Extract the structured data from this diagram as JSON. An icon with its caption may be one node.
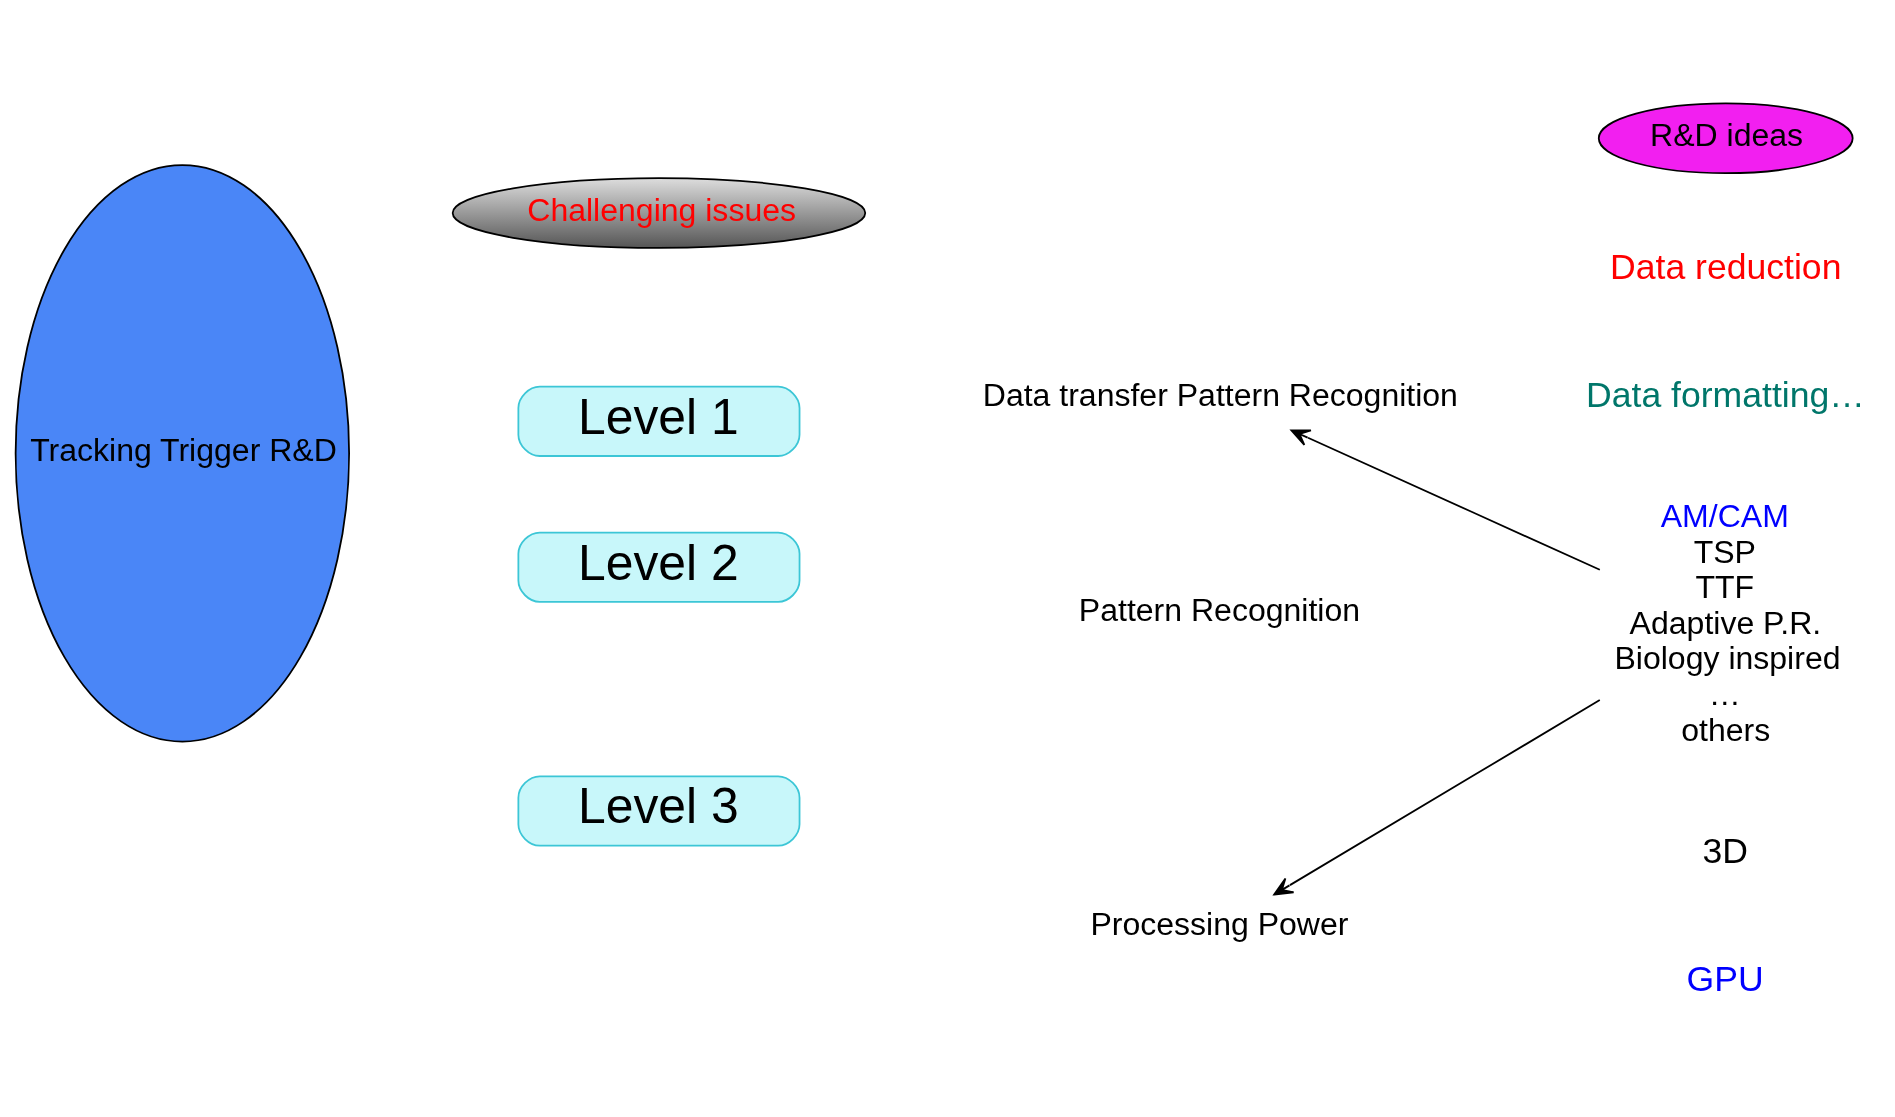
{
  "diagram": {
    "nodes": [
      {
        "text": [
          "Tracking Trigger R&D"
        ]
      },
      {
        "text": [
          "Challenging issues"
        ]
      },
      {
        "text": [
          "R&D ideas"
        ]
      },
      {
        "text": [
          "Level 1"
        ]
      },
      {
        "text": [
          "Level 2"
        ]
      },
      {
        "text": [
          "Level 3"
        ]
      },
      {
        "text": [
          "Data transfer Pattern Recognition"
        ]
      },
      {
        "text": [
          "Pattern Recognition"
        ]
      },
      {
        "text": [
          "Processing Power"
        ]
      },
      {
        "text": [
          "AM/CAM",
          "TSP",
          "TTF",
          "Adaptive P.R.",
          "Biology inspired",
          "…",
          "others"
        ]
      }
    ],
    "edges": [
      {
        "from": 9,
        "to": 6,
        "arrow": "to"
      },
      {
        "from": 9,
        "to": 8,
        "arrow": "to"
      }
    ],
    "labels": [
      "Data reduction",
      "Data formatting…",
      "3D",
      "GPU"
    ]
  }
}
